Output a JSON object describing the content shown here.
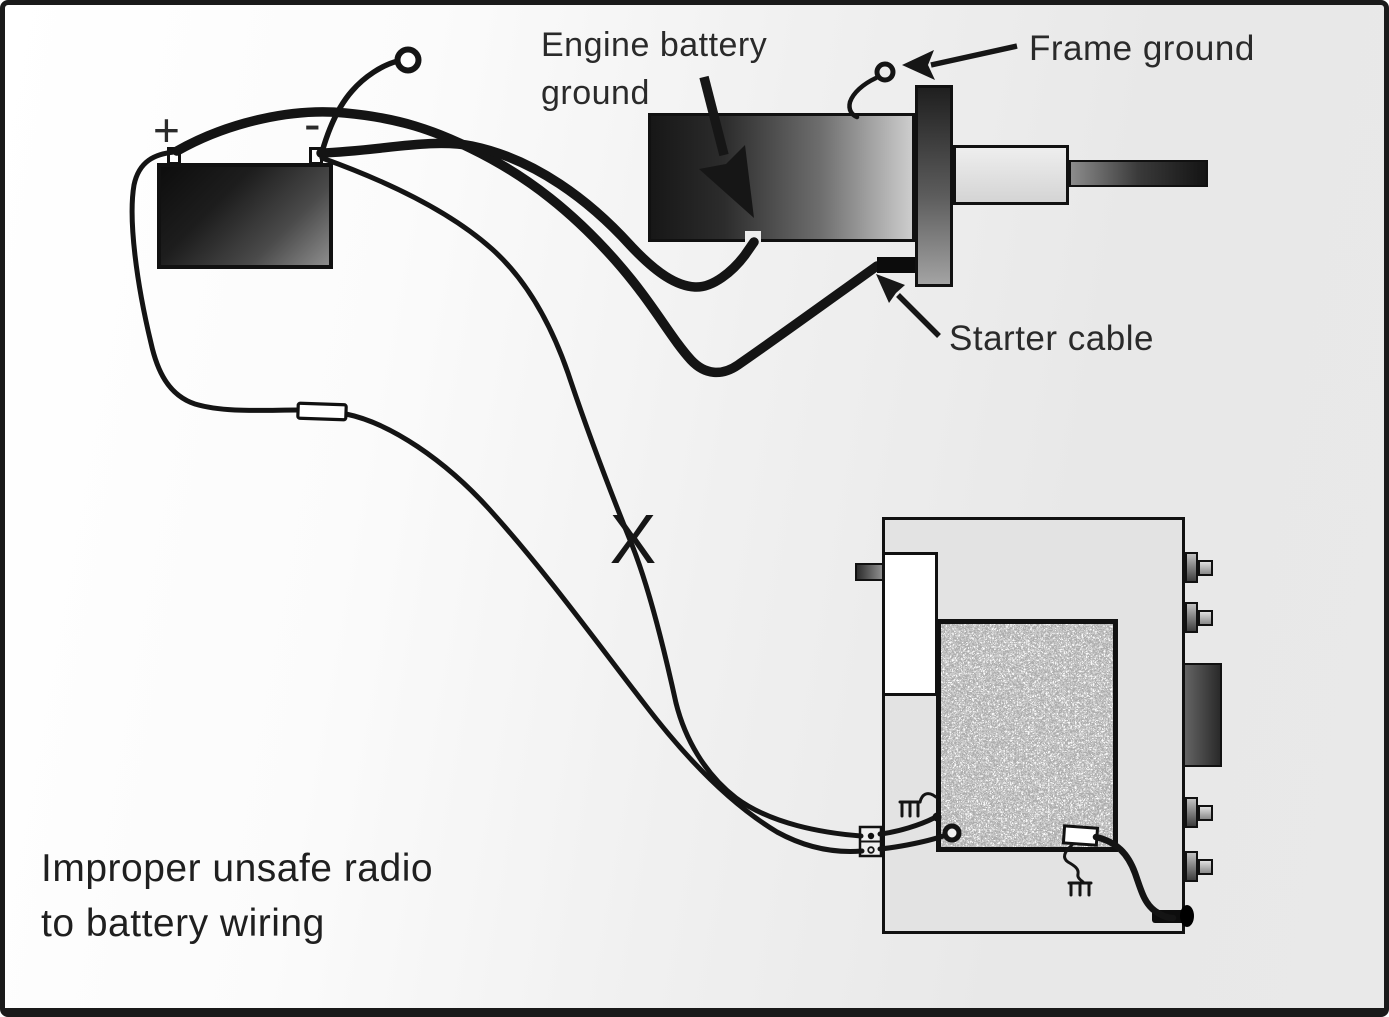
{
  "caption": {
    "line1": "Improper unsafe radio",
    "line2": "to battery wiring"
  },
  "labels": {
    "engine_battery_ground": {
      "line1": "Engine battery",
      "line2": "ground"
    },
    "frame_ground": "Frame ground",
    "starter_cable": "Starter cable"
  },
  "battery": {
    "positive_sign": "+",
    "negative_sign": "-"
  },
  "defect_mark": "X",
  "colors": {
    "line": "#141414",
    "text": "#2a2a2a",
    "background_left": "#ffffff",
    "background_right": "#e8e8e8",
    "radio_body": "#e3e3e3",
    "battery_dark": "#0d0d0d"
  }
}
